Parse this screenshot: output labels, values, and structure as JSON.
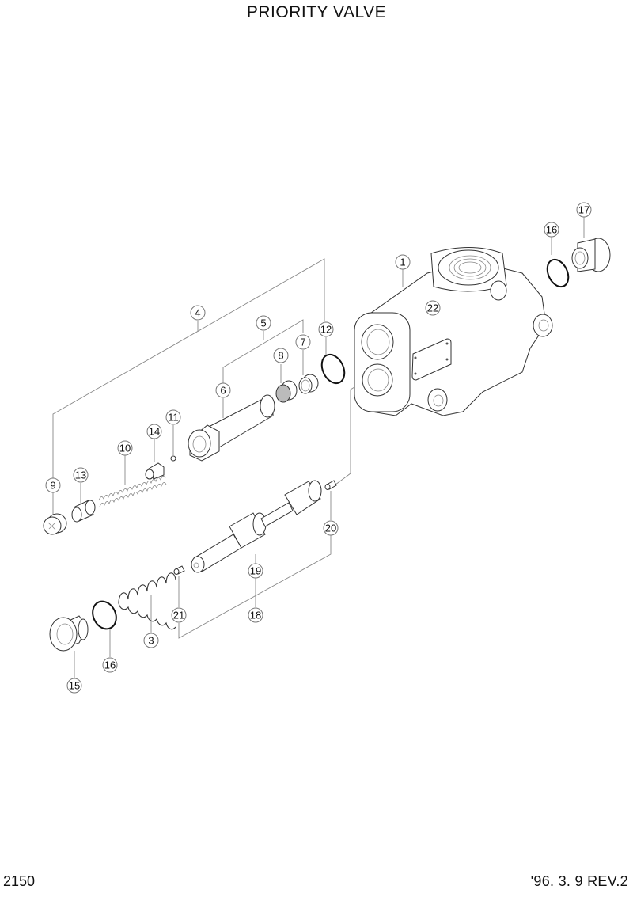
{
  "header": {
    "title": "PRIORITY VALVE"
  },
  "footer": {
    "page_number": "2150",
    "revision": "'96. 3. 9  REV.2"
  },
  "callouts": [
    {
      "id": "1",
      "label": "1",
      "part": "valve-body"
    },
    {
      "id": "3",
      "label": "3",
      "part": "spring-main"
    },
    {
      "id": "4",
      "label": "4",
      "part": "relief-valve-assembly"
    },
    {
      "id": "5",
      "label": "5",
      "part": "relief-valve-subassembly"
    },
    {
      "id": "6",
      "label": "6",
      "part": "relief-valve-housing"
    },
    {
      "id": "7",
      "label": "7",
      "part": "seat-ring"
    },
    {
      "id": "8",
      "label": "8",
      "part": "filter"
    },
    {
      "id": "9",
      "label": "9",
      "part": "adjusting-plug"
    },
    {
      "id": "10",
      "label": "10",
      "part": "spring-small"
    },
    {
      "id": "11",
      "label": "11",
      "part": "ball"
    },
    {
      "id": "12",
      "label": "12",
      "part": "o-ring-large"
    },
    {
      "id": "13",
      "label": "13",
      "part": "sleeve"
    },
    {
      "id": "14",
      "label": "14",
      "part": "poppet"
    },
    {
      "id": "15",
      "label": "15",
      "part": "plug-left"
    },
    {
      "id": "16a",
      "label": "16",
      "part": "o-ring-right"
    },
    {
      "id": "16b",
      "label": "16",
      "part": "o-ring-left"
    },
    {
      "id": "17",
      "label": "17",
      "part": "plug-right"
    },
    {
      "id": "18",
      "label": "18",
      "part": "spool-assembly"
    },
    {
      "id": "19",
      "label": "19",
      "part": "spool"
    },
    {
      "id": "20",
      "label": "20",
      "part": "pin-right"
    },
    {
      "id": "21",
      "label": "21",
      "part": "pin-left"
    },
    {
      "id": "22",
      "label": "22",
      "part": "name-plate"
    }
  ]
}
